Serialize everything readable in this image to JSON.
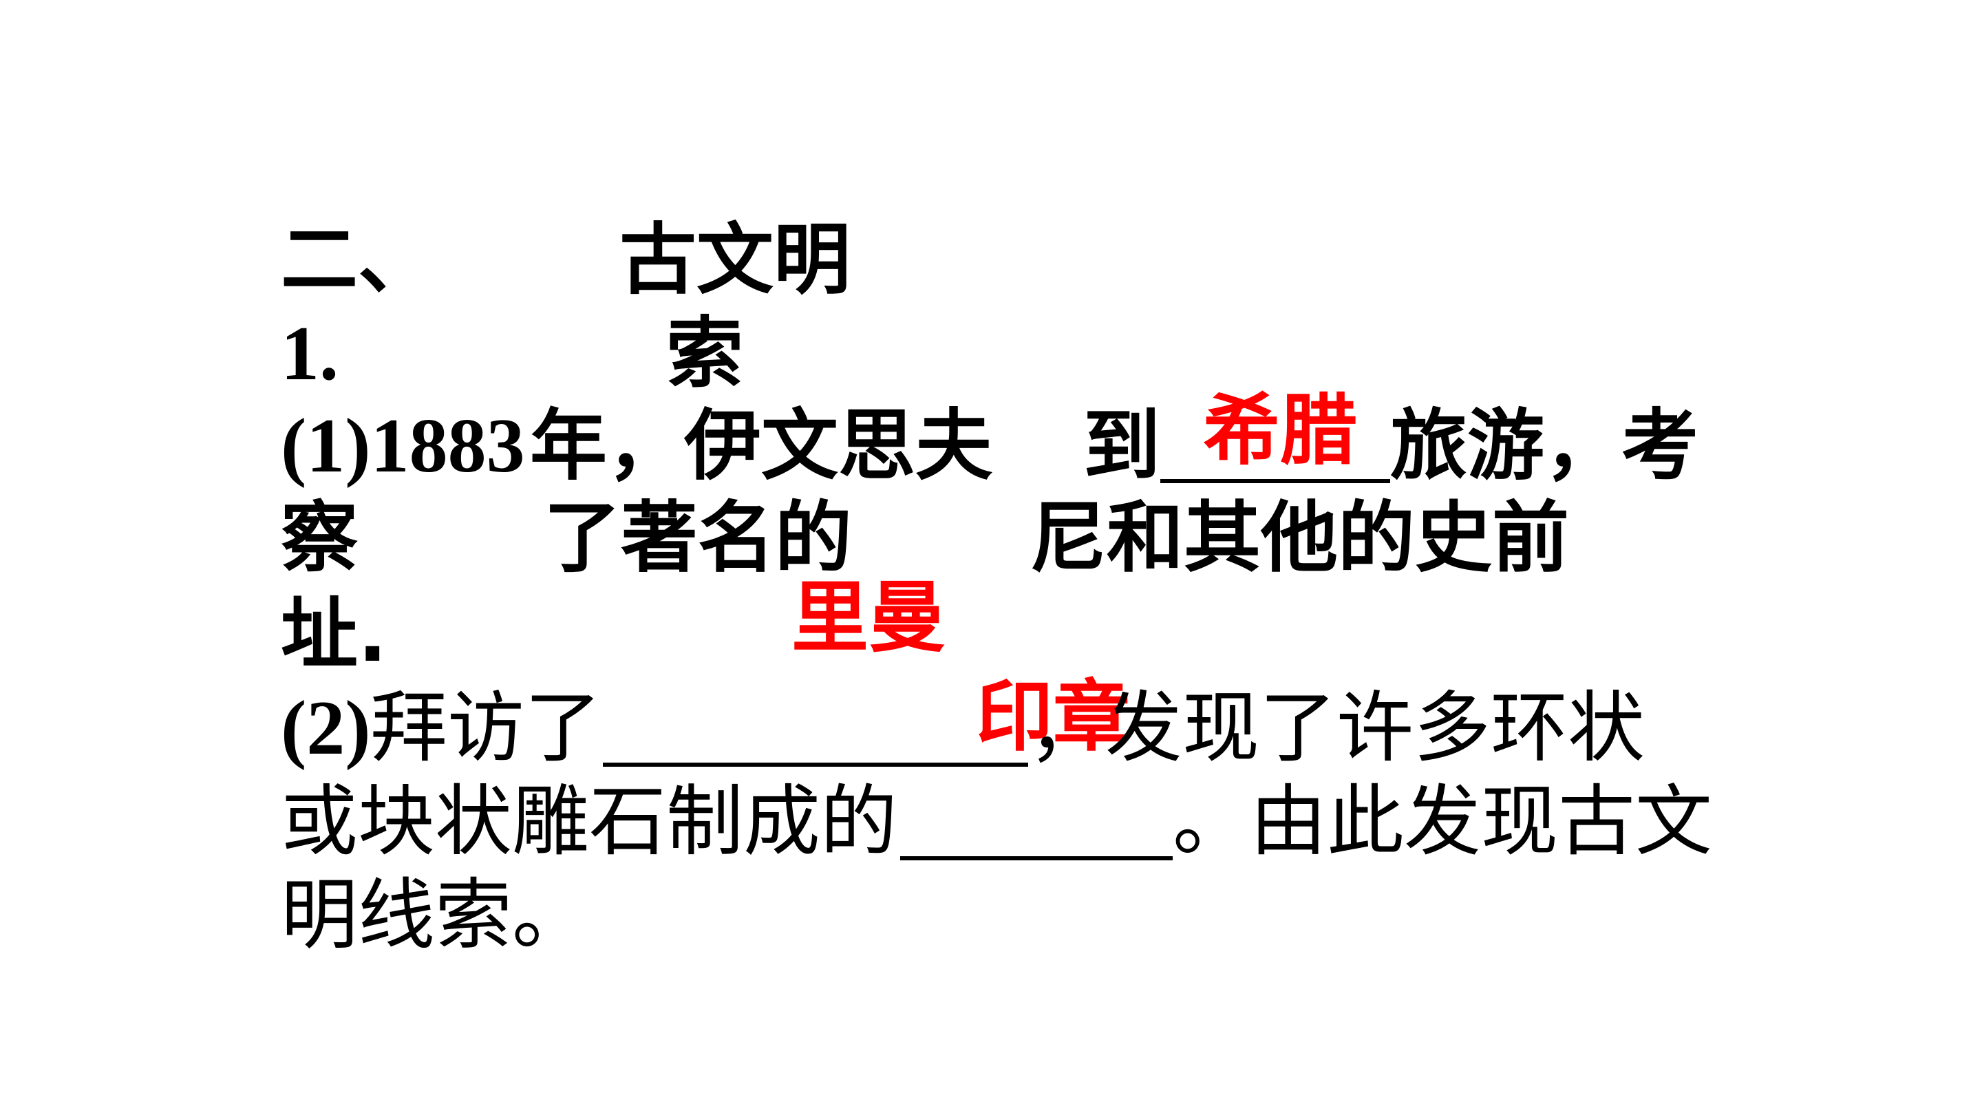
{
  "heading": {
    "prefix": "二、",
    "title": "古文明"
  },
  "subheading": {
    "num": "1.",
    "word": "索"
  },
  "item1": {
    "line1_a": "(1)1883",
    "line1_b": "年，伊文思夫",
    "line1_c": "到",
    "line1_d": "旅游，考",
    "line2_a": "察",
    "line2_b": "了著名的",
    "line2_c": "尼和其他的史前",
    "line3": "址.",
    "answer_1": "希腊",
    "answer_2": "里曼"
  },
  "item2": {
    "line1_a": "(2)",
    "line1_b": "拜访了",
    "line1_c": "，发现了许多环状",
    "line2_a": "或块状雕石制成的",
    "line2_b": "。由此发现古文",
    "line3": "明线索。",
    "answer_3": "印章"
  }
}
